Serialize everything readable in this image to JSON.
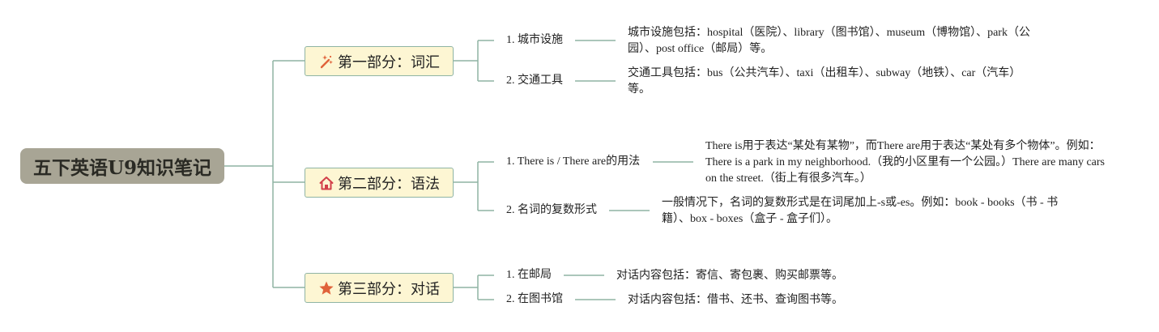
{
  "root": {
    "label": "五下英语U9知识笔记"
  },
  "colors": {
    "line": "#8fb4a4",
    "root_fill": "#a8a595",
    "section_fill": "#fdf6d3",
    "icon_accent": "#e0623a"
  },
  "sections": [
    {
      "icon": "magic-wand-icon",
      "label": "第一部分：词汇",
      "topics": [
        {
          "label": "1. 城市设施",
          "detail": "城市设施包括：hospital（医院）、library（图书馆）、museum（博物馆）、park（公园）、post office（邮局）等。"
        },
        {
          "label": "2. 交通工具",
          "detail": "交通工具包括：bus（公共汽车）、taxi（出租车）、subway（地铁）、car（汽车）等。"
        }
      ]
    },
    {
      "icon": "home-icon",
      "label": "第二部分：语法",
      "topics": [
        {
          "label": "1. There is / There are的用法",
          "detail": "There is用于表达“某处有某物”，而There are用于表达“某处有多个物体”。例如：There is a park in my neighborhood.（我的小区里有一个公园。）There are many cars on the street.（街上有很多汽车。）"
        },
        {
          "label": "2. 名词的复数形式",
          "detail": "一般情况下，名词的复数形式是在词尾加上-s或-es。例如：book - books（书 - 书籍）、box - boxes（盒子 - 盒子们）。"
        }
      ]
    },
    {
      "icon": "star-icon",
      "label": "第三部分：对话",
      "topics": [
        {
          "label": "1. 在邮局",
          "detail": "对话内容包括：寄信、寄包裹、购买邮票等。"
        },
        {
          "label": "2. 在图书馆",
          "detail": "对话内容包括：借书、还书、查询图书等。"
        }
      ]
    }
  ]
}
